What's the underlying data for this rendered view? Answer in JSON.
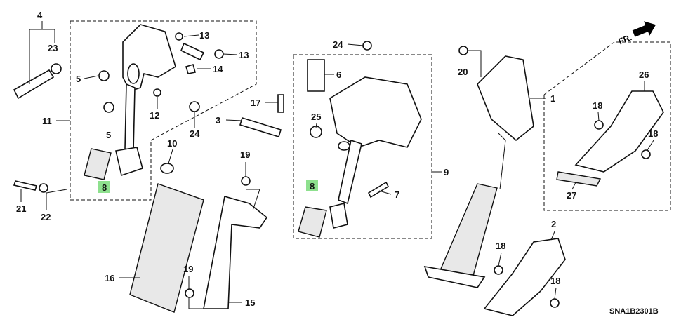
{
  "diagram": {
    "front_indicator": "FR.",
    "diagram_code": "SNA1B2301B",
    "highlight_color": "#8ee08e",
    "callouts": [
      {
        "id": "c4",
        "label": "4"
      },
      {
        "id": "c23",
        "label": "23"
      },
      {
        "id": "c5a",
        "label": "5"
      },
      {
        "id": "c11",
        "label": "11"
      },
      {
        "id": "c5b",
        "label": "5"
      },
      {
        "id": "c13a",
        "label": "13"
      },
      {
        "id": "c13b",
        "label": "13"
      },
      {
        "id": "c14",
        "label": "14"
      },
      {
        "id": "c12",
        "label": "12"
      },
      {
        "id": "c24a",
        "label": "24"
      },
      {
        "id": "c10",
        "label": "10"
      },
      {
        "id": "c8a",
        "label": "8"
      },
      {
        "id": "c21",
        "label": "21"
      },
      {
        "id": "c22",
        "label": "22"
      },
      {
        "id": "c16",
        "label": "16"
      },
      {
        "id": "c19a",
        "label": "19"
      },
      {
        "id": "c19b",
        "label": "19"
      },
      {
        "id": "c15",
        "label": "15"
      },
      {
        "id": "c24b",
        "label": "24"
      },
      {
        "id": "c6",
        "label": "6"
      },
      {
        "id": "c17",
        "label": "17"
      },
      {
        "id": "c3",
        "label": "3"
      },
      {
        "id": "c25",
        "label": "25"
      },
      {
        "id": "c8b",
        "label": "8"
      },
      {
        "id": "c7",
        "label": "7"
      },
      {
        "id": "c9",
        "label": "9"
      },
      {
        "id": "c20",
        "label": "20"
      },
      {
        "id": "c1",
        "label": "1"
      },
      {
        "id": "c26",
        "label": "26"
      },
      {
        "id": "c18a",
        "label": "18"
      },
      {
        "id": "c18b",
        "label": "18"
      },
      {
        "id": "c27",
        "label": "27"
      },
      {
        "id": "c2",
        "label": "2"
      },
      {
        "id": "c18c",
        "label": "18"
      },
      {
        "id": "c18d",
        "label": "18"
      }
    ]
  }
}
